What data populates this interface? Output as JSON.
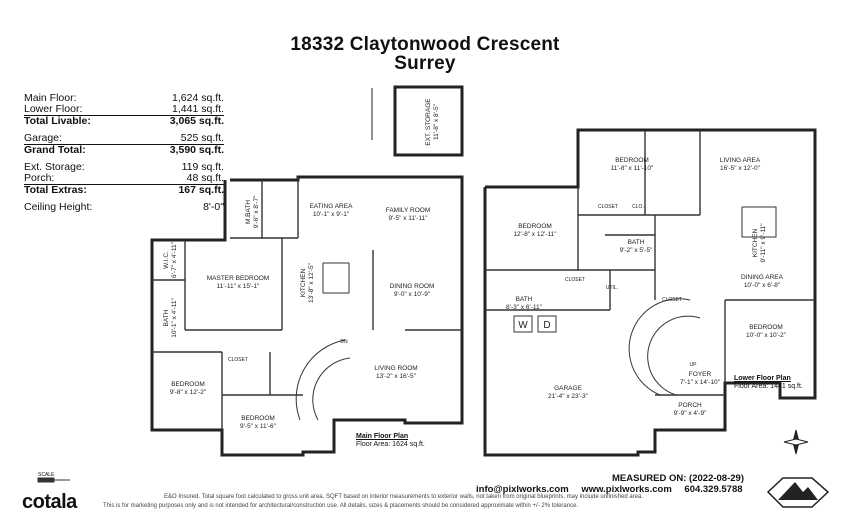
{
  "header": {
    "line1": "18332 Claytonwood Crescent",
    "line2": "Surrey"
  },
  "areas": [
    {
      "label": "Main Floor:",
      "value": "1,624 sq.ft."
    },
    {
      "label": "Lower Floor:",
      "value": "1,441 sq.ft."
    },
    {
      "label": "Total Livable:",
      "value": "3,065 sq.ft."
    },
    {
      "label": "Garage:",
      "value": "525 sq.ft."
    },
    {
      "label": "Grand Total:",
      "value": "3,590 sq.ft."
    },
    {
      "label": "Ext. Storage:",
      "value": "119 sq.ft."
    },
    {
      "label": "Porch:",
      "value": "48 sq.ft."
    },
    {
      "label": "Total Extras:",
      "value": "167 sq.ft."
    },
    {
      "label": "Ceiling Height:",
      "value": "8'-0\""
    }
  ],
  "rooms": {
    "ext_storage": "EXT. STORAGE",
    "ext_storage_dim": "11'-8\" x 8'-5\"",
    "eating": "EATING AREA",
    "eating_dim": "10'-1\" x 9'-1\"",
    "family": "FAMILY ROOM",
    "family_dim": "9'-5\" x 11'-11\"",
    "mbath": "M.BATH",
    "mbath_dim": "9'-6\" x 8'-7\"",
    "wic": "W.I.C.",
    "wic_dim": "6'-7\" x 4'-11\"",
    "master": "MASTER BEDROOM",
    "master_dim": "11'-11\" x 15'-1\"",
    "kitchen": "KITCHEN",
    "kitchen_dim": "13'-8\" x 12'-5\"",
    "dining": "DINING ROOM",
    "dining_dim": "9'-0\" x 10'-9\"",
    "bath_main": "BATH",
    "bath_main_dim": "10'-1\" x 4'-11\"",
    "closet": "CLOSET",
    "bedroom": "BEDROOM",
    "bedroom_a_dim": "9'-8\" x 12'-2\"",
    "bedroom_b_dim": "9'-5\" x 11'-6\"",
    "living": "LIVING ROOM",
    "living_dim": "13'-2\" x 16'-5\"",
    "dn": "DN",
    "up": "UP",
    "l_bed1_dim": "11'-8\" x 11'-10\"",
    "l_living": "LIVING AREA",
    "l_living_dim": "16'-5\" x 12'-0\"",
    "l_bed2_dim": "12'-8\" x 12'-11\"",
    "clo": "CLO.",
    "l_bath_dim": "9'-2\" x 5'-5\"",
    "l_kitchen": "KITCHEN",
    "l_kitchen_dim": "9'-11\" x 9'-11\"",
    "l_dining": "DINING AREA",
    "l_dining_dim": "10'-0\" x 6'-8\"",
    "util": "UTIL.",
    "l_bath2_dim": "8'-3\" x 6'-11\"",
    "w": "W",
    "d": "D",
    "l_bed3_dim": "10'-0\" x 10'-2\"",
    "garage": "GARAGE",
    "garage_dim": "21'-4\" x 23'-3\"",
    "foyer": "FOYER",
    "foyer_dim": "7'-1\" x 14'-10\"",
    "porch": "PORCH",
    "porch_dim": "9'-9\" x 4'-9\""
  },
  "plans": {
    "main_title": "Main Floor Plan",
    "main_area": "Floor Area: 1624 sq.ft.",
    "lower_title": "Lower Floor Plan",
    "lower_area": "Floor Area: 1441 sq.ft."
  },
  "footer": {
    "scale": "SCALE",
    "email": "info@pixlworks.com",
    "web": "www.pixlworks.com",
    "phone": "604.329.5788",
    "measured": "MEASURED ON: (2022-08-29)",
    "disclaimer1": "E&O Insured. Total square foot calculated to gross unit area. SQFT based on interior measurements to exterior walls, not taken from original blueprints, may include unfinished area.",
    "disclaimer2": "This is for marketing purposes only and is not intended for architectural/construction use. All details, sizes & placements should be considered approximate within +/- 2% tolerance.",
    "brand": "cotala",
    "badge": "PixlWorks"
  }
}
